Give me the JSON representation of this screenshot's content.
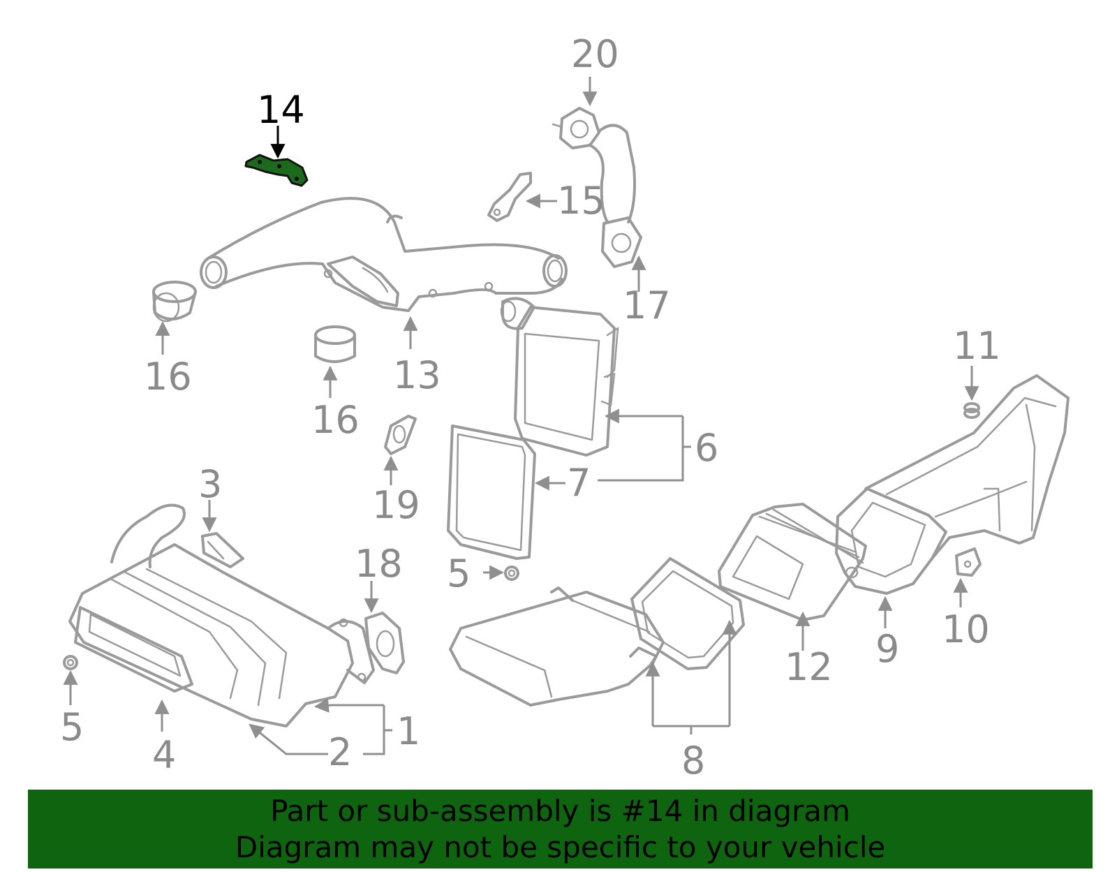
{
  "callouts": {
    "c1": "1",
    "c2": "2",
    "c3": "3",
    "c4": "4",
    "c5a": "5",
    "c5b": "5",
    "c6": "6",
    "c7": "7",
    "c8": "8",
    "c9": "9",
    "c10": "10",
    "c11": "11",
    "c12": "12",
    "c13": "13",
    "c14": "14",
    "c15": "15",
    "c16a": "16",
    "c16b": "16",
    "c17": "17",
    "c18": "18",
    "c19": "19",
    "c20": "20"
  },
  "highlight": {
    "part_number": "14",
    "fill_color": "#1c6b1c"
  },
  "banner": {
    "line1": "Part or sub-assembly is #14 in diagram",
    "line2": "Diagram may not be specific to your vehicle",
    "background_color": "#0f6410"
  }
}
